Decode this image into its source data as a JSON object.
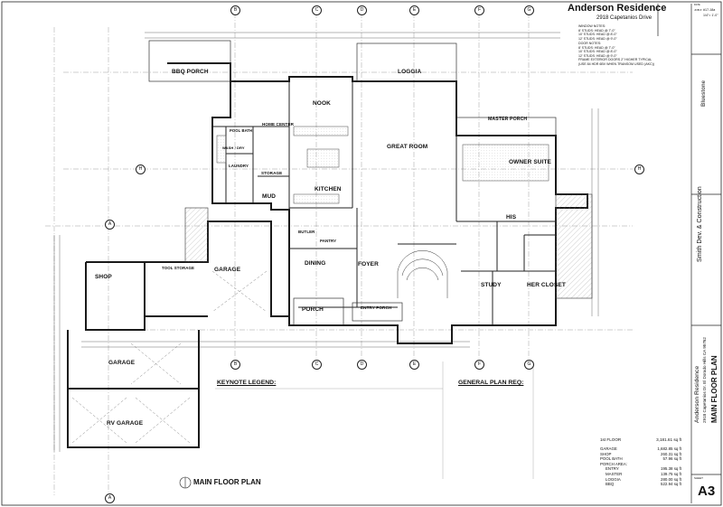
{
  "project": {
    "name": "Anderson Residence",
    "address": "2918 Capetanios Drive"
  },
  "window_notes": {
    "heading": "WINDOW NOTES:",
    "lines": [
      "8' STUDS: HEAD @ 7'-0\"",
      "10' STUDS: HEAD @ 8'-0\"",
      "12' STUDS: HEAD @ 9'-0\""
    ]
  },
  "door_notes": {
    "heading": "DOOR NOTES:",
    "lines": [
      "8' STUDS: HEAD @ 7'-0\"",
      "10' STUDS: HEAD @ 8'-0\"",
      "12' STUDS: HEAD @ 9'-0\"",
      "FRAME EXTERIOR DOORS 2\" HIGHER TYPICAL",
      "(USE 84 HDR 6BV WHEN TRANSOM USED (AKC))"
    ]
  },
  "rooms": {
    "bbq_porch": "BBQ PORCH",
    "loggia": "LOGGIA",
    "nook": "NOOK",
    "pool_bath": "POOL BATH",
    "home_center": "HOME CENTER",
    "wash_dry": "WASH / DRY",
    "laundry": "LAUNDRY",
    "storage": "STORAGE",
    "mud": "MUD",
    "great_room": "GREAT ROOM",
    "kitchen": "KITCHEN",
    "master_porch": "MASTER PORCH",
    "owner_suite": "OWNER SUITE",
    "butler": "BUTLER",
    "pantry": "PANTRY",
    "his": "HIS",
    "dining": "DINING",
    "foyer": "FOYER",
    "study": "STUDY",
    "her_closet": "HER CLOSET",
    "shop": "SHOP",
    "tool_storage": "TOOL STORAGE",
    "garage_main": "GARAGE",
    "porch": "PORCH",
    "entry_porch": "ENTRY PORCH",
    "garage_lower": "GARAGE",
    "rv_garage": "RV GARAGE"
  },
  "grid_letters": [
    "B",
    "C",
    "D",
    "E",
    "F",
    "G",
    "H",
    "A"
  ],
  "keynote_legend": {
    "title": "KEYNOTE LEGEND:"
  },
  "general_plan": {
    "title": "GENERAL PLAN REQ:"
  },
  "areas": {
    "first_floor_label": "1st FLOOR",
    "first_floor_value": "3,181.61 sq ft",
    "rows": [
      {
        "label": "GARAGE",
        "value": "1,682.85 sq ft"
      },
      {
        "label": "SHOP",
        "value": "260.31 sq ft"
      },
      {
        "label": "POOL BATH",
        "value": "57.96 sq ft"
      },
      {
        "label": "PORCH AREA:",
        "value": ""
      },
      {
        "label": "ENTRY",
        "value": "195.38 sq ft"
      },
      {
        "label": "MASTER",
        "value": "139.75 sq ft"
      },
      {
        "label": "LOGGIA",
        "value": "280.00 sq ft"
      },
      {
        "label": "BBQ",
        "value": "522.94 sq ft"
      }
    ]
  },
  "drawing_title": "MAIN FLOOR PLAN",
  "title_block": {
    "builder": "Smith Dev. & Construction",
    "project": "Anderson Residence",
    "location": "2918 Capetanios Dr. El Dorado Hills CA 95762",
    "sheet_title": "MAIN FLOOR PLAN",
    "sheet_label": "SHEET",
    "sheet_number": "A3",
    "firm": "Bluestone",
    "date_label": "DATE",
    "job_label": "JOB #",
    "job_value": "#17-18a",
    "scale": "1/4\"= 1'-0\""
  },
  "colors": {
    "line": "#1a1a1a",
    "hatch": "#666666",
    "paper": "#ffffff"
  }
}
